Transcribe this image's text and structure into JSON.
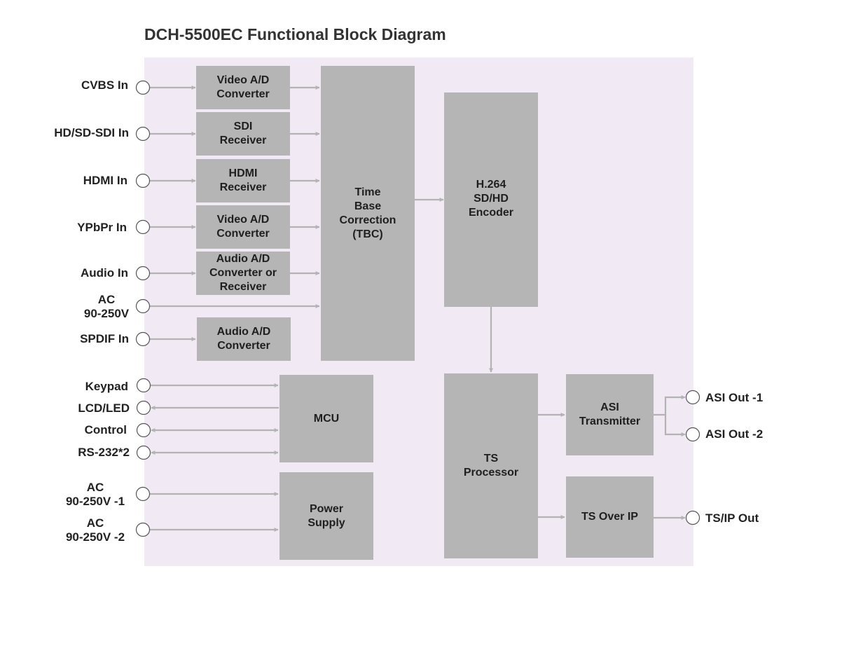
{
  "title": "DCH-5500EC Functional Block Diagram",
  "colors": {
    "panel": "#f1e9f3",
    "block": "#b5b5b5",
    "wire": "#b3b3b3",
    "text": "#222222"
  },
  "blocks": {
    "video_ad_1": "Video A/D\nConverter",
    "sdi_receiver": "SDI\nReceiver",
    "hdmi_receiver": "HDMI\nReceiver",
    "video_ad_2": "Video A/D\nConverter",
    "audio_ad_receiver": "Audio A/D\nConverter or\nReceiver",
    "audio_ad_spdif": "Audio A/D\nConverter",
    "tbc": "Time\nBase\nCorrection\n(TBC)",
    "encoder": "H.264\nSD/HD\nEncoder",
    "mcu": "MCU",
    "power_supply": "Power\nSupply",
    "ts_processor": "TS\nProcessor",
    "asi_transmitter": "ASI\nTransmitter",
    "ts_over_ip": "TS Over IP"
  },
  "inputs": {
    "cvbs": "CVBS In",
    "sdi": "HD/SD-SDI In",
    "hdmi": "HDMI In",
    "ypbpr": "YPbPr In",
    "audio": "Audio In",
    "ac": "AC\n90-250V",
    "spdif": "SPDIF In",
    "keypad": "Keypad",
    "lcd": "LCD/LED",
    "control": "Control",
    "rs232": "RS-232*2",
    "ac1": "AC\n90-250V -1",
    "ac2": "AC\n90-250V -2"
  },
  "outputs": {
    "asi1": "ASI Out -1",
    "asi2": "ASI Out -2",
    "tsip": "TS/IP Out"
  }
}
